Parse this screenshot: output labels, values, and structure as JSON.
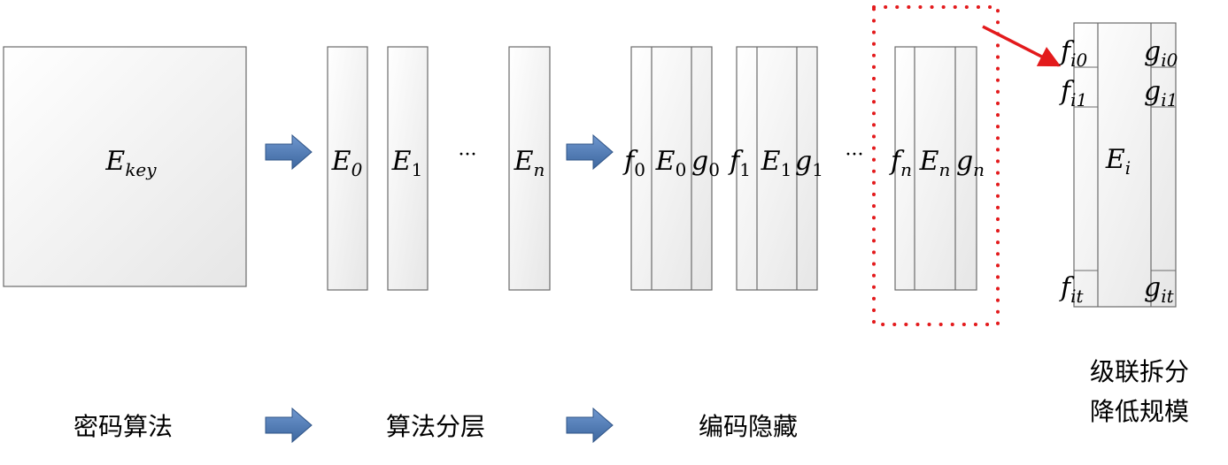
{
  "key_block": {
    "base": "E",
    "sub": "key"
  },
  "layer_blocks": [
    {
      "base": "E",
      "sub": "0"
    },
    {
      "base": "E",
      "sub": "1"
    },
    {
      "base": "E",
      "sub": "n"
    }
  ],
  "ellipsis": "···",
  "encoded_groups": [
    {
      "f": {
        "base": "f",
        "sub": "0"
      },
      "e": {
        "base": "E",
        "sub": "0"
      },
      "g": {
        "base": "g",
        "sub": "0"
      }
    },
    {
      "f": {
        "base": "f",
        "sub": "1"
      },
      "e": {
        "base": "E",
        "sub": "1"
      },
      "g": {
        "base": "g",
        "sub": "1"
      }
    },
    {
      "f": {
        "base": "f",
        "sub": "n"
      },
      "e": {
        "base": "E",
        "sub": "n"
      },
      "g": {
        "base": "g",
        "sub": "n"
      }
    }
  ],
  "detail": {
    "center": {
      "base": "E",
      "sub": "i"
    },
    "left": [
      {
        "base": "f",
        "sub": "i0"
      },
      {
        "base": "f",
        "sub": "i1"
      },
      {
        "base": "f",
        "sub": "it"
      }
    ],
    "right": [
      {
        "base": "g",
        "sub": "i0"
      },
      {
        "base": "g",
        "sub": "i1"
      },
      {
        "base": "g",
        "sub": "it"
      }
    ]
  },
  "captions": {
    "step1": "密码算法",
    "step2": "算法分层",
    "step3": "编码隐藏",
    "step4_line1": "级联拆分",
    "step4_line2": "降低规模"
  },
  "colors": {
    "block_stroke": "#6b6b6b",
    "block_fill_top": "#ffffff",
    "block_fill_bottom": "#e6e6e6",
    "arrow_fill": "#4f7ab5",
    "arrow_stroke": "#2f5487",
    "highlight": "#e31a1c"
  }
}
